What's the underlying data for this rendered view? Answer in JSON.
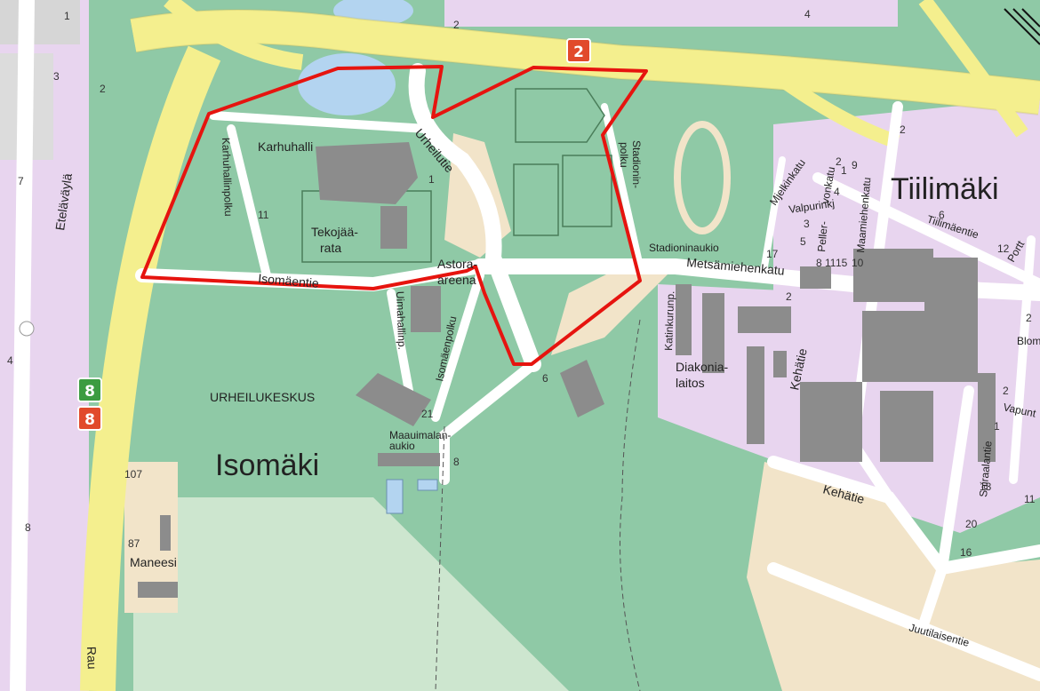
{
  "districts": {
    "isomaki": "Isomäki",
    "tiilimaki": "Tiilimäki",
    "urheilukeskus": "URHEILUKESKUS"
  },
  "places": {
    "karhuhalli": "Karhuhalli",
    "tekojaa_1": "Tekojää-",
    "tekojaa_2": "rata",
    "astora_1": "Astora-",
    "astora_2": "areena",
    "diakonia_1": "Diakonia-",
    "diakonia_2": "laitos",
    "maneesi": "Maneesi",
    "maauimala_1": "Maauimalan-",
    "maauimala_2": "aukio",
    "stadioninaukio": "Stadioninaukio"
  },
  "streets": {
    "karhuhallinpolku": "Karhuhallinpolku",
    "urheilutie": "Urheilutie",
    "isomaentie": "Isomäentie",
    "stadioninpolku_1": "Stadionin-",
    "stadioninpolku_2": "polku",
    "metsamiehenkatu": "Metsämiehenkatu",
    "maamiehenkatu": "Maamiehenkatu",
    "mjelkinkatu": "Mjelkinkatu",
    "valpurinkj": "Valpurinkj",
    "tiilimaentie": "Tiilimäentie",
    "pellervonkatu_1": "Peller-",
    "pellervonkatu_2": "vonkatu",
    "katinkurunp": "Katinkurunp.",
    "kehatie": "Kehätie",
    "sairaalantie": "Sairaalantie",
    "vapunt": "Vapunt",
    "juutilaisentie": "Juutilaisentie",
    "etelavayla": "Eteläväylä",
    "uimahallinp": "Uimahallinp.",
    "isomaenpolku": "Isomäenpolku",
    "rau": "Rau",
    "portti": "Portt",
    "blom": "Blom"
  },
  "route_shields": {
    "r2": "2",
    "r8_green": "8",
    "r8_red": "8"
  },
  "house_numbers": [
    "1",
    "3",
    "2",
    "7",
    "4",
    "2",
    "1",
    "11",
    "6",
    "21",
    "8",
    "107",
    "87",
    "8",
    "2",
    "1",
    "2",
    "9",
    "4",
    "3",
    "5",
    "8",
    "11",
    "15",
    "17",
    "10",
    "12",
    "2",
    "2",
    "2",
    "1",
    "13",
    "11",
    "20",
    "16",
    "6",
    "4"
  ],
  "colors": {
    "park": "#8fc9a6",
    "meadow": "#cde6cf",
    "residential": "#e8d5ef",
    "road_major": "#f4ef8e",
    "road_minor": "#ffffff",
    "building": "#8c8c8c",
    "water": "#b3d4f0",
    "sand": "#f2e4c9",
    "boundary": "#e6140f",
    "shield_red": "#e14a2b",
    "shield_green": "#3c9c41"
  },
  "icons": [
    "route-2-shield",
    "route-8-shield",
    "route-8-green-shield",
    "area-boundary"
  ]
}
